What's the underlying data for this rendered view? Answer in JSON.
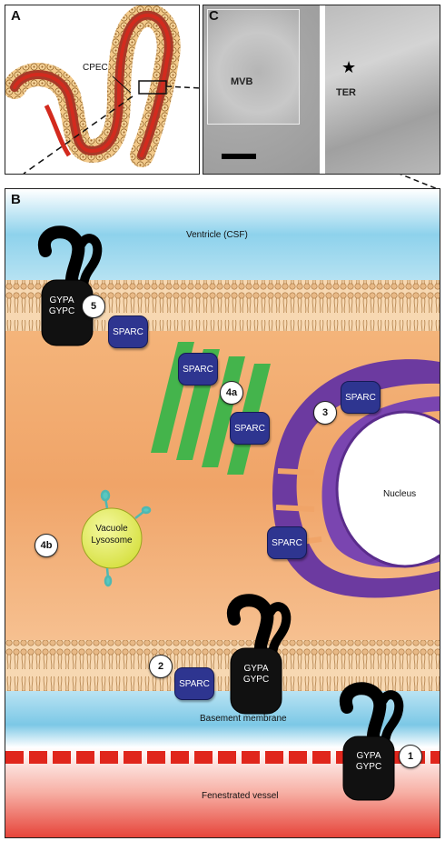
{
  "panels": {
    "a": "A",
    "b": "B",
    "c": "C"
  },
  "panel_a": {
    "cpec_label": "CPEC"
  },
  "panel_c": {
    "mvb_label": "MVB",
    "ter_label": "TER"
  },
  "panel_b": {
    "ventricle_label": "Ventricle (CSF)",
    "basement_label": "Basement membrane",
    "vessel_label": "Fenestrated vessel",
    "nucleus_label": "Nucleus",
    "vacuole_label_line1": "Vacuole",
    "vacuole_label_line2": "Lysosome",
    "sparc_label": "SPARC",
    "gypa_label": "GYPA",
    "gypc_label": "GYPC",
    "steps": {
      "s1": "1",
      "s2": "2",
      "s3": "3",
      "s4a": "4a",
      "s4b": "4b",
      "s5": "5"
    }
  },
  "colors": {
    "cytoplasm": "#f0a86a",
    "csf_blue": "#8ecfe8",
    "vessel_red": "#e0261c",
    "er_purple": "#6c3aa0",
    "golgi_green": "#3bb54a",
    "sparc_blue": "#2e3590",
    "vacuole_yellow": "#e4ec5c"
  }
}
